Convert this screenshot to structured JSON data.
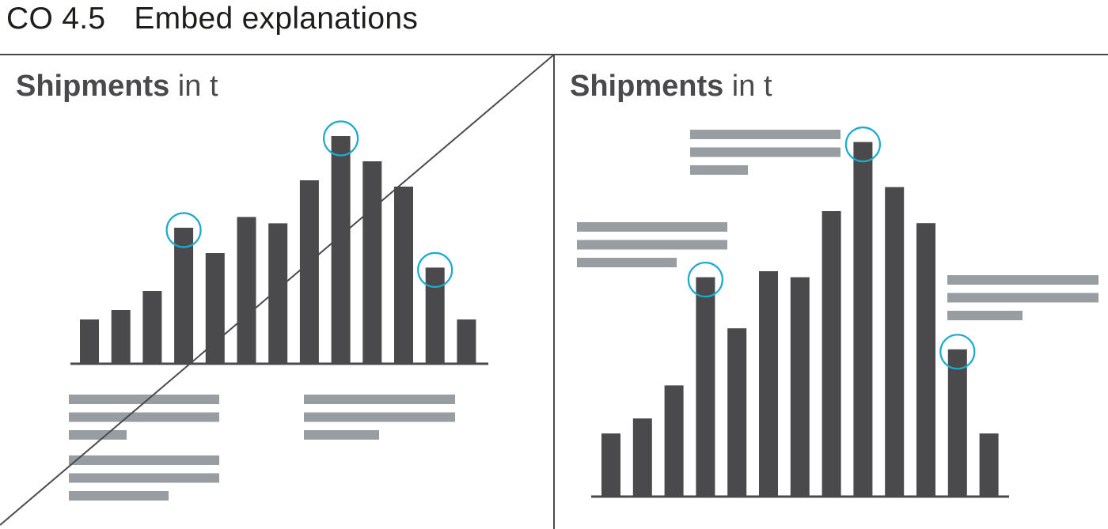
{
  "header": {
    "code": "CO 4.5",
    "title": "Embed explanations"
  },
  "panels": [
    {
      "id": "left",
      "verdict": "incorrect",
      "title_bold": "Shipments",
      "title_rest": " in t",
      "highlighted_bars": [
        3,
        8,
        11
      ],
      "annotation_blocks": 3
    },
    {
      "id": "right",
      "verdict": "correct",
      "title_bold": "Shipments",
      "title_rest": " in t",
      "highlighted_bars": [
        3,
        8,
        11
      ],
      "annotation_blocks": 3
    }
  ],
  "chart_data": [
    {
      "type": "bar",
      "panel": "left",
      "values": [
        7,
        8.5,
        11.5,
        21.5,
        17.5,
        23.2,
        22.2,
        29,
        36,
        32,
        28,
        15.2,
        7
      ],
      "ylim": [
        0,
        37.5
      ],
      "highlight_indices": [
        3,
        8,
        11
      ],
      "grid": false
    },
    {
      "type": "bar",
      "panel": "right",
      "values": [
        10.5,
        13,
        18.5,
        36.5,
        28,
        37.5,
        36.5,
        47.5,
        59,
        51.5,
        45.5,
        24.5,
        10.5
      ],
      "ylim": [
        0,
        60
      ],
      "highlight_indices": [
        3,
        8,
        11
      ],
      "grid": false
    }
  ],
  "colors": {
    "bar": "#4a4a4c",
    "highlight": "#1aabce",
    "annotation": "#979da0",
    "rule": "#4a4a4c",
    "text": "#1d1d1b"
  }
}
